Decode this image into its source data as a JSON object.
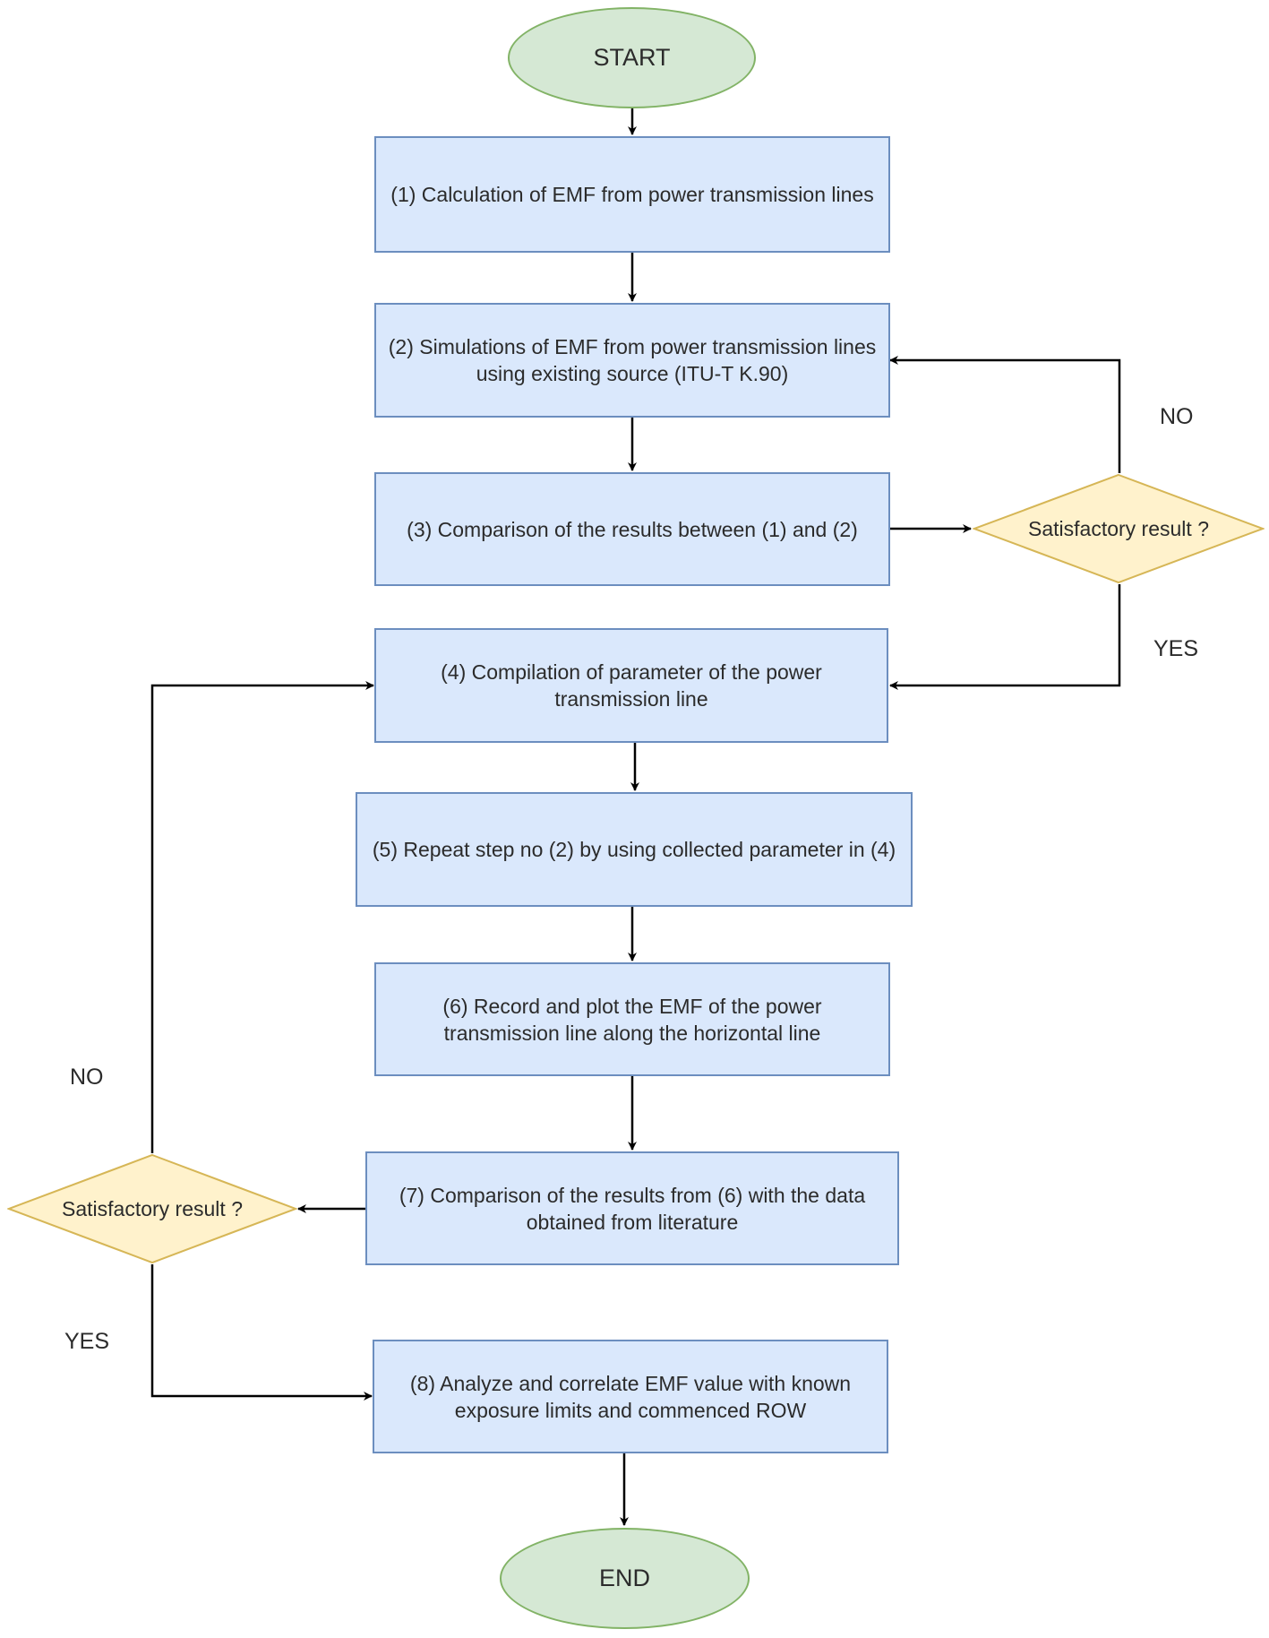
{
  "colors": {
    "terminal_fill": "#d5e8d4",
    "terminal_stroke": "#82b366",
    "process_fill": "#dae8fc",
    "process_stroke": "#6c8ebf",
    "decision_fill": "#fff2cc",
    "decision_stroke": "#d6b656",
    "connector": "#000000"
  },
  "terminals": {
    "start": "START",
    "end": "END"
  },
  "steps": [
    "(1) Calculation of EMF from power transmission lines",
    "(2) Simulations of EMF from power transmission lines using existing source (ITU-T K.90)",
    "(3) Comparison of the results between (1) and (2)",
    "(4) Compilation of parameter of the power transmission line",
    "(5) Repeat step no (2) by using collected parameter in (4)",
    "(6) Record and plot the EMF of the power transmission line along the horizontal line",
    "(7) Comparison of the results from (6) with the data obtained from literature",
    "(8) Analyze and correlate EMF value with known exposure limits and commenced ROW"
  ],
  "decisions": {
    "first": "Satisfactory result ?",
    "second": "Satisfactory result ?"
  },
  "edge_labels": {
    "first_no": "NO",
    "first_yes": "YES",
    "second_no": "NO",
    "second_yes": "YES"
  }
}
